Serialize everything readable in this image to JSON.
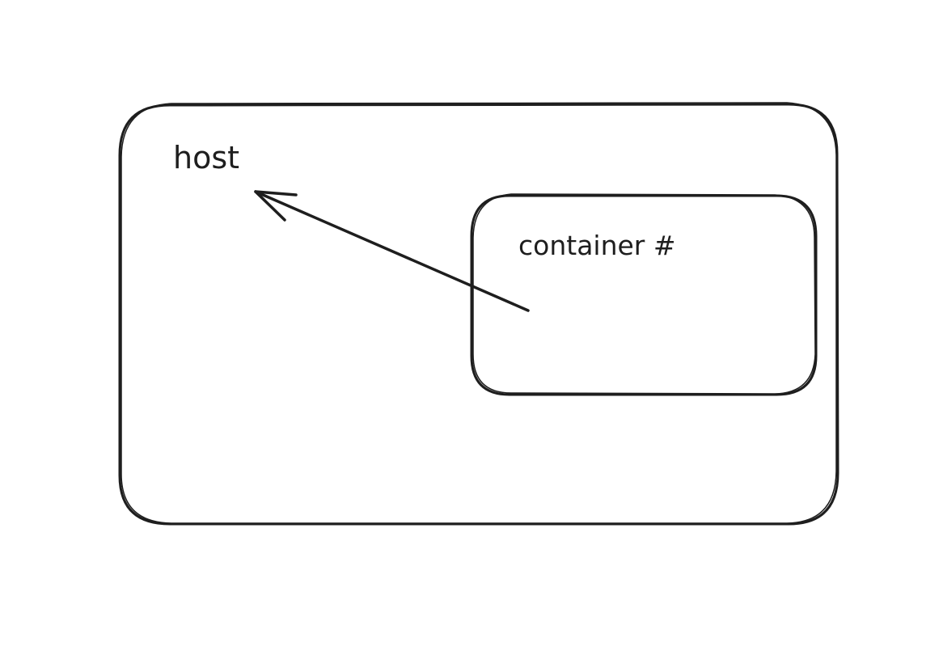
{
  "diagram": {
    "host": {
      "label": "host"
    },
    "container": {
      "label": "container #"
    },
    "arrow": {
      "from": "container",
      "to": "host"
    },
    "stroke_color": "#1e1e1e",
    "background_color": "#ffffff"
  }
}
